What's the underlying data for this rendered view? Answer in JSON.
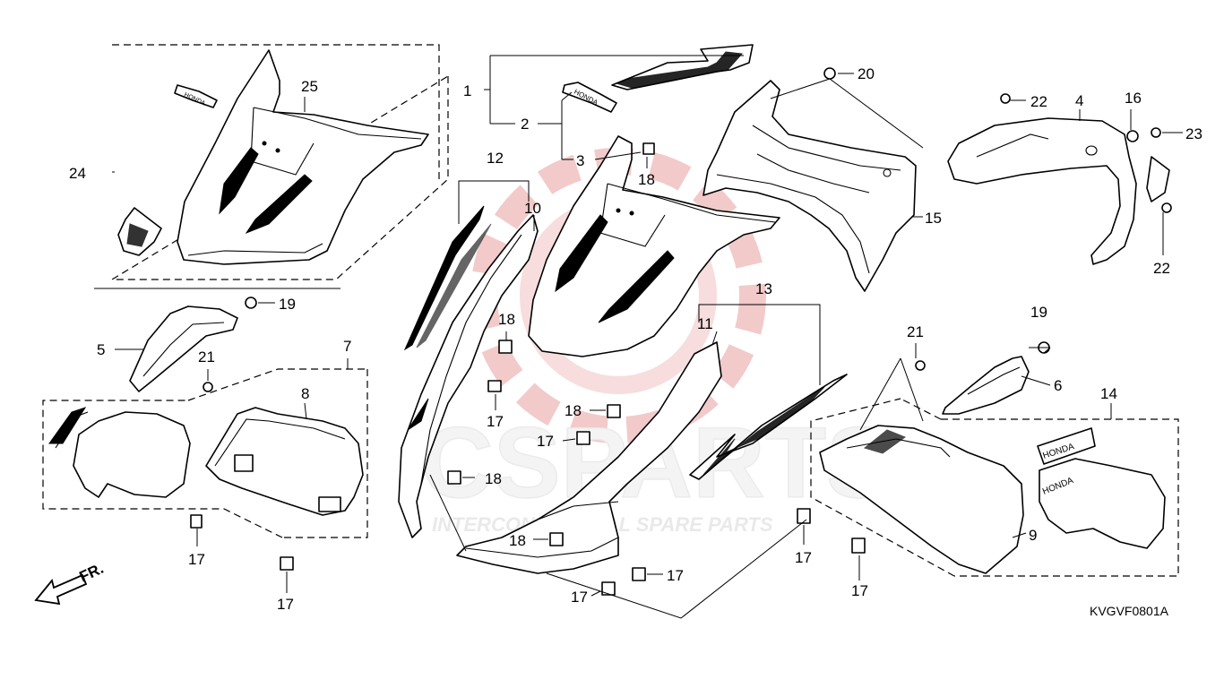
{
  "diagram": {
    "code": "KVGVF0801A",
    "front_marker": "FR.",
    "watermark": {
      "brand": "CSPARTS",
      "tagline": "INTERCONTINENTAL SPARE PARTS",
      "color": "#e8a0a0"
    },
    "decal_text": "HONDA",
    "callouts": [
      "1",
      "2",
      "3",
      "4",
      "5",
      "6",
      "7",
      "8",
      "9",
      "10",
      "11",
      "12",
      "13",
      "14",
      "15",
      "16",
      "17",
      "18",
      "19",
      "20",
      "21",
      "22",
      "23",
      "24",
      "25"
    ]
  }
}
